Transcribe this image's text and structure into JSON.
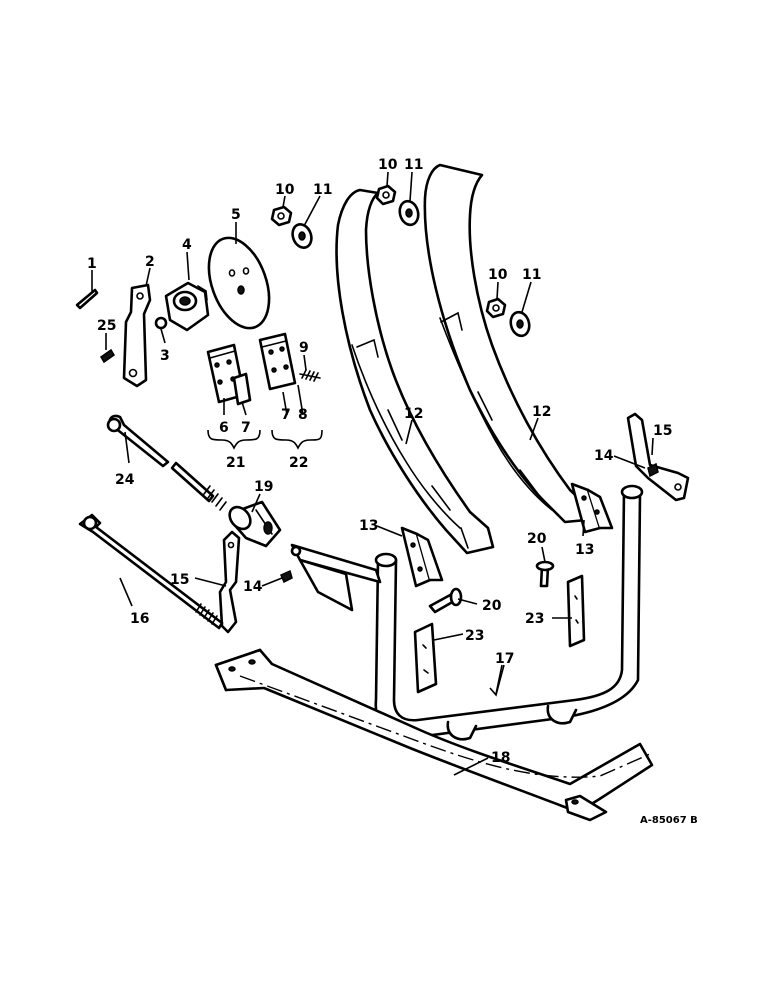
{
  "diagram": {
    "drawing_number": "A-85067 B",
    "callouts": [
      {
        "id": "c1",
        "label": "1"
      },
      {
        "id": "c2",
        "label": "2"
      },
      {
        "id": "c3",
        "label": "3"
      },
      {
        "id": "c4",
        "label": "4"
      },
      {
        "id": "c5",
        "label": "5"
      },
      {
        "id": "c6",
        "label": "6"
      },
      {
        "id": "c7a",
        "label": "7"
      },
      {
        "id": "c7b",
        "label": "7"
      },
      {
        "id": "c8",
        "label": "8"
      },
      {
        "id": "c9",
        "label": "9"
      },
      {
        "id": "c10a",
        "label": "10"
      },
      {
        "id": "c10b",
        "label": "10"
      },
      {
        "id": "c10c",
        "label": "10"
      },
      {
        "id": "c11a",
        "label": "11"
      },
      {
        "id": "c11b",
        "label": "11"
      },
      {
        "id": "c11c",
        "label": "11"
      },
      {
        "id": "c12a",
        "label": "12"
      },
      {
        "id": "c12b",
        "label": "12"
      },
      {
        "id": "c13a",
        "label": "13"
      },
      {
        "id": "c13b",
        "label": "13"
      },
      {
        "id": "c14a",
        "label": "14"
      },
      {
        "id": "c14b",
        "label": "14"
      },
      {
        "id": "c15a",
        "label": "15"
      },
      {
        "id": "c15b",
        "label": "15"
      },
      {
        "id": "c16",
        "label": "16"
      },
      {
        "id": "c17",
        "label": "17"
      },
      {
        "id": "c18",
        "label": "18"
      },
      {
        "id": "c19",
        "label": "19"
      },
      {
        "id": "c20a",
        "label": "20"
      },
      {
        "id": "c20b",
        "label": "20"
      },
      {
        "id": "c21",
        "label": "21"
      },
      {
        "id": "c22",
        "label": "22"
      },
      {
        "id": "c23a",
        "label": "23"
      },
      {
        "id": "c23b",
        "label": "23"
      },
      {
        "id": "c24",
        "label": "24"
      },
      {
        "id": "c25",
        "label": "25"
      }
    ]
  }
}
